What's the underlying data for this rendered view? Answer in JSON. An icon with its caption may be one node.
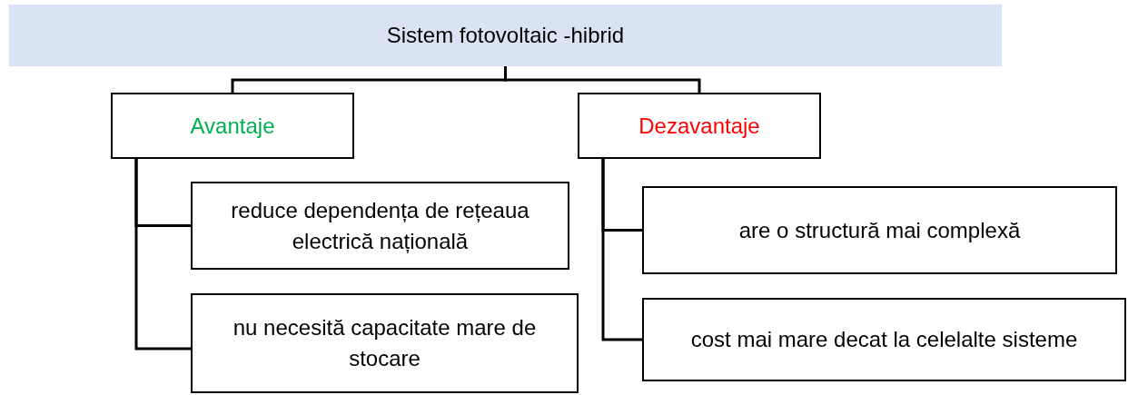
{
  "diagram": {
    "nodes": [
      {
        "text": [
          "Sistem fotovoltaic -hibrid"
        ]
      },
      {
        "text": [
          "Avantaje"
        ]
      },
      {
        "text": [
          "Dezavantaje"
        ]
      },
      {
        "text": [
          "reduce dependența de rețeaua electrică națională"
        ]
      },
      {
        "text": [
          "nu necesită capacitate mare de stocare"
        ]
      },
      {
        "text": [
          "are o structură mai complexă"
        ]
      },
      {
        "text": [
          "cost mai mare decat la celelalte sisteme"
        ]
      }
    ],
    "edges": [
      {
        "from": 0,
        "to": 1,
        "arrow": "none"
      },
      {
        "from": 0,
        "to": 2,
        "arrow": "none"
      },
      {
        "from": 1,
        "to": 3,
        "arrow": "none"
      },
      {
        "from": 1,
        "to": 4,
        "arrow": "none"
      },
      {
        "from": 2,
        "to": 5,
        "arrow": "none"
      },
      {
        "from": 2,
        "to": 6,
        "arrow": "none"
      }
    ]
  }
}
